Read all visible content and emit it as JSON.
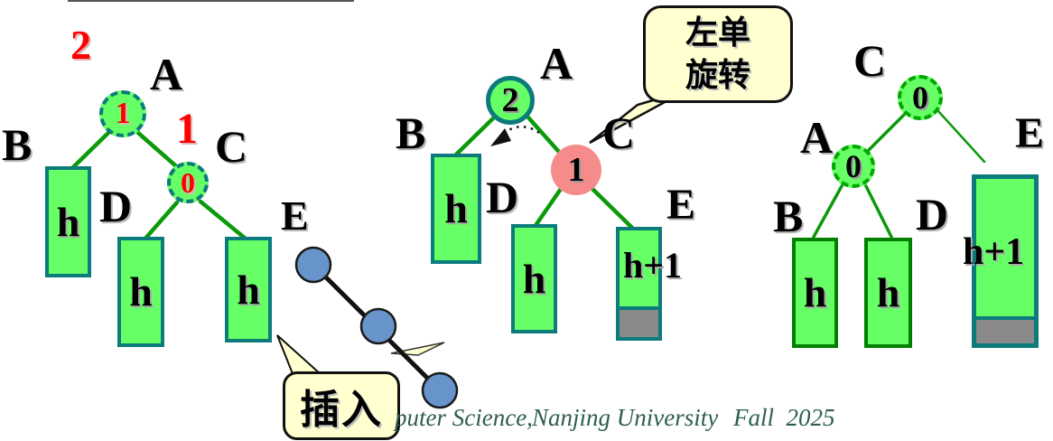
{
  "callouts": {
    "insert_label": "插入",
    "rotation_label_line1": "左单",
    "rotation_label_line2": "旋转"
  },
  "footer": {
    "left": "puter Science,",
    "middle": "Nanjing University",
    "right": "Fall  2025"
  },
  "colors": {
    "subtree_fill": "#66ff66",
    "teal_border": "#0c7b7b",
    "green_node_border": "#00a800",
    "green_rect_border": "#008000",
    "edge_green": "#0a9a0a",
    "unbalanced_pink": "#f58b8b",
    "insert_node_blue": "#6795cb",
    "callout_yellow": "#ffffcf",
    "extra_height_gray": "#8a8a8a",
    "alert_red": "#ff0000",
    "footer_green": "#2e5f4c"
  },
  "tree_before": {
    "new_bf_a": "2",
    "new_bf_c": "1",
    "node_a": {
      "label": "A",
      "bf": "1"
    },
    "node_c": {
      "label": "C",
      "bf": "0"
    },
    "subtree_b": {
      "label": "B",
      "height": "h"
    },
    "subtree_d": {
      "label": "D",
      "height": "h"
    },
    "subtree_e": {
      "label": "E",
      "height": "h"
    }
  },
  "tree_inserted": {
    "node_a": {
      "label": "A",
      "bf": "2"
    },
    "node_c": {
      "label": "C",
      "bf": "1"
    },
    "subtree_b": {
      "label": "B",
      "height": "h"
    },
    "subtree_d": {
      "label": "D",
      "height": "h"
    },
    "subtree_e": {
      "label": "E",
      "height": "h+1"
    }
  },
  "tree_rotated": {
    "node_c": {
      "label": "C",
      "bf": "0"
    },
    "node_a": {
      "label": "A",
      "bf": "0"
    },
    "subtree_b": {
      "label": "B",
      "height": "h"
    },
    "subtree_d": {
      "label": "D",
      "height": "h"
    },
    "subtree_e": {
      "label": "E",
      "height": "h+1"
    }
  }
}
